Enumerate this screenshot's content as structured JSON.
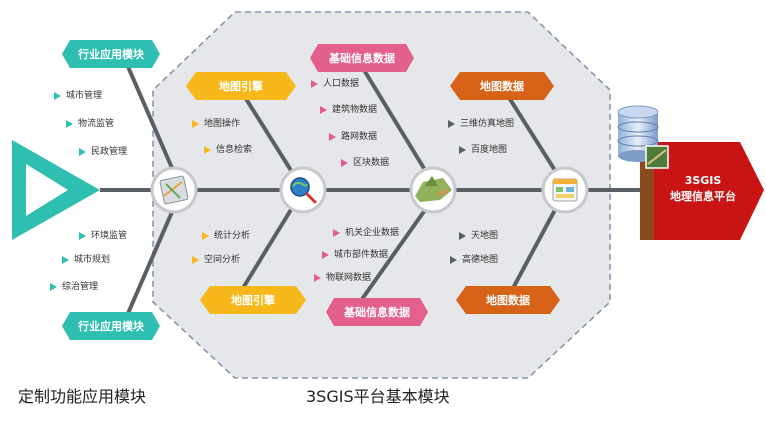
{
  "colors": {
    "teal": "#2fbfb0",
    "yellow": "#f6b81a",
    "pink": "#e35f8c",
    "orange": "#d66318",
    "red": "#c81414",
    "spine": "#5a5f66",
    "hexagon_fill": "#e6e7ea",
    "hexagon_border": "#8a95a8"
  },
  "left": {
    "top_module": "行业应用模块",
    "bottom_module": "行业应用模块",
    "top_items": [
      "城市管理",
      "物流监管",
      "民政管理"
    ],
    "bottom_items": [
      "环境监管",
      "城市规划",
      "综治管理"
    ],
    "caption": "定制功能应用模块"
  },
  "core": {
    "caption": "3SGIS平台基本模块",
    "map_engine_top": "地图引擎",
    "map_engine_bottom": "地图引擎",
    "engine_top_items": [
      "地图操作",
      "信息检索"
    ],
    "engine_bottom_items": [
      "统计分析",
      "空间分析"
    ],
    "base_info_top": "基础信息数据",
    "base_info_bottom": "基础信息数据",
    "base_top_items": [
      "人口数据",
      "建筑物数据",
      "路网数据",
      "区块数据"
    ],
    "base_bottom_items": [
      "机关企业数据",
      "城市部件数据",
      "物联网数据"
    ],
    "map_data_top": "地图数据",
    "map_data_bottom": "地图数据",
    "map_top_items": [
      "三维仿真地图",
      "百度地图"
    ],
    "map_bottom_items": [
      "天地图",
      "高德地图"
    ]
  },
  "platform": {
    "line1": "3SGIS",
    "line2": "地理信息平台"
  },
  "icons": [
    "play-arrow-icon",
    "map-document-icon",
    "globe-search-icon",
    "terrain-map-icon",
    "grid-map-icon",
    "database-icon"
  ]
}
